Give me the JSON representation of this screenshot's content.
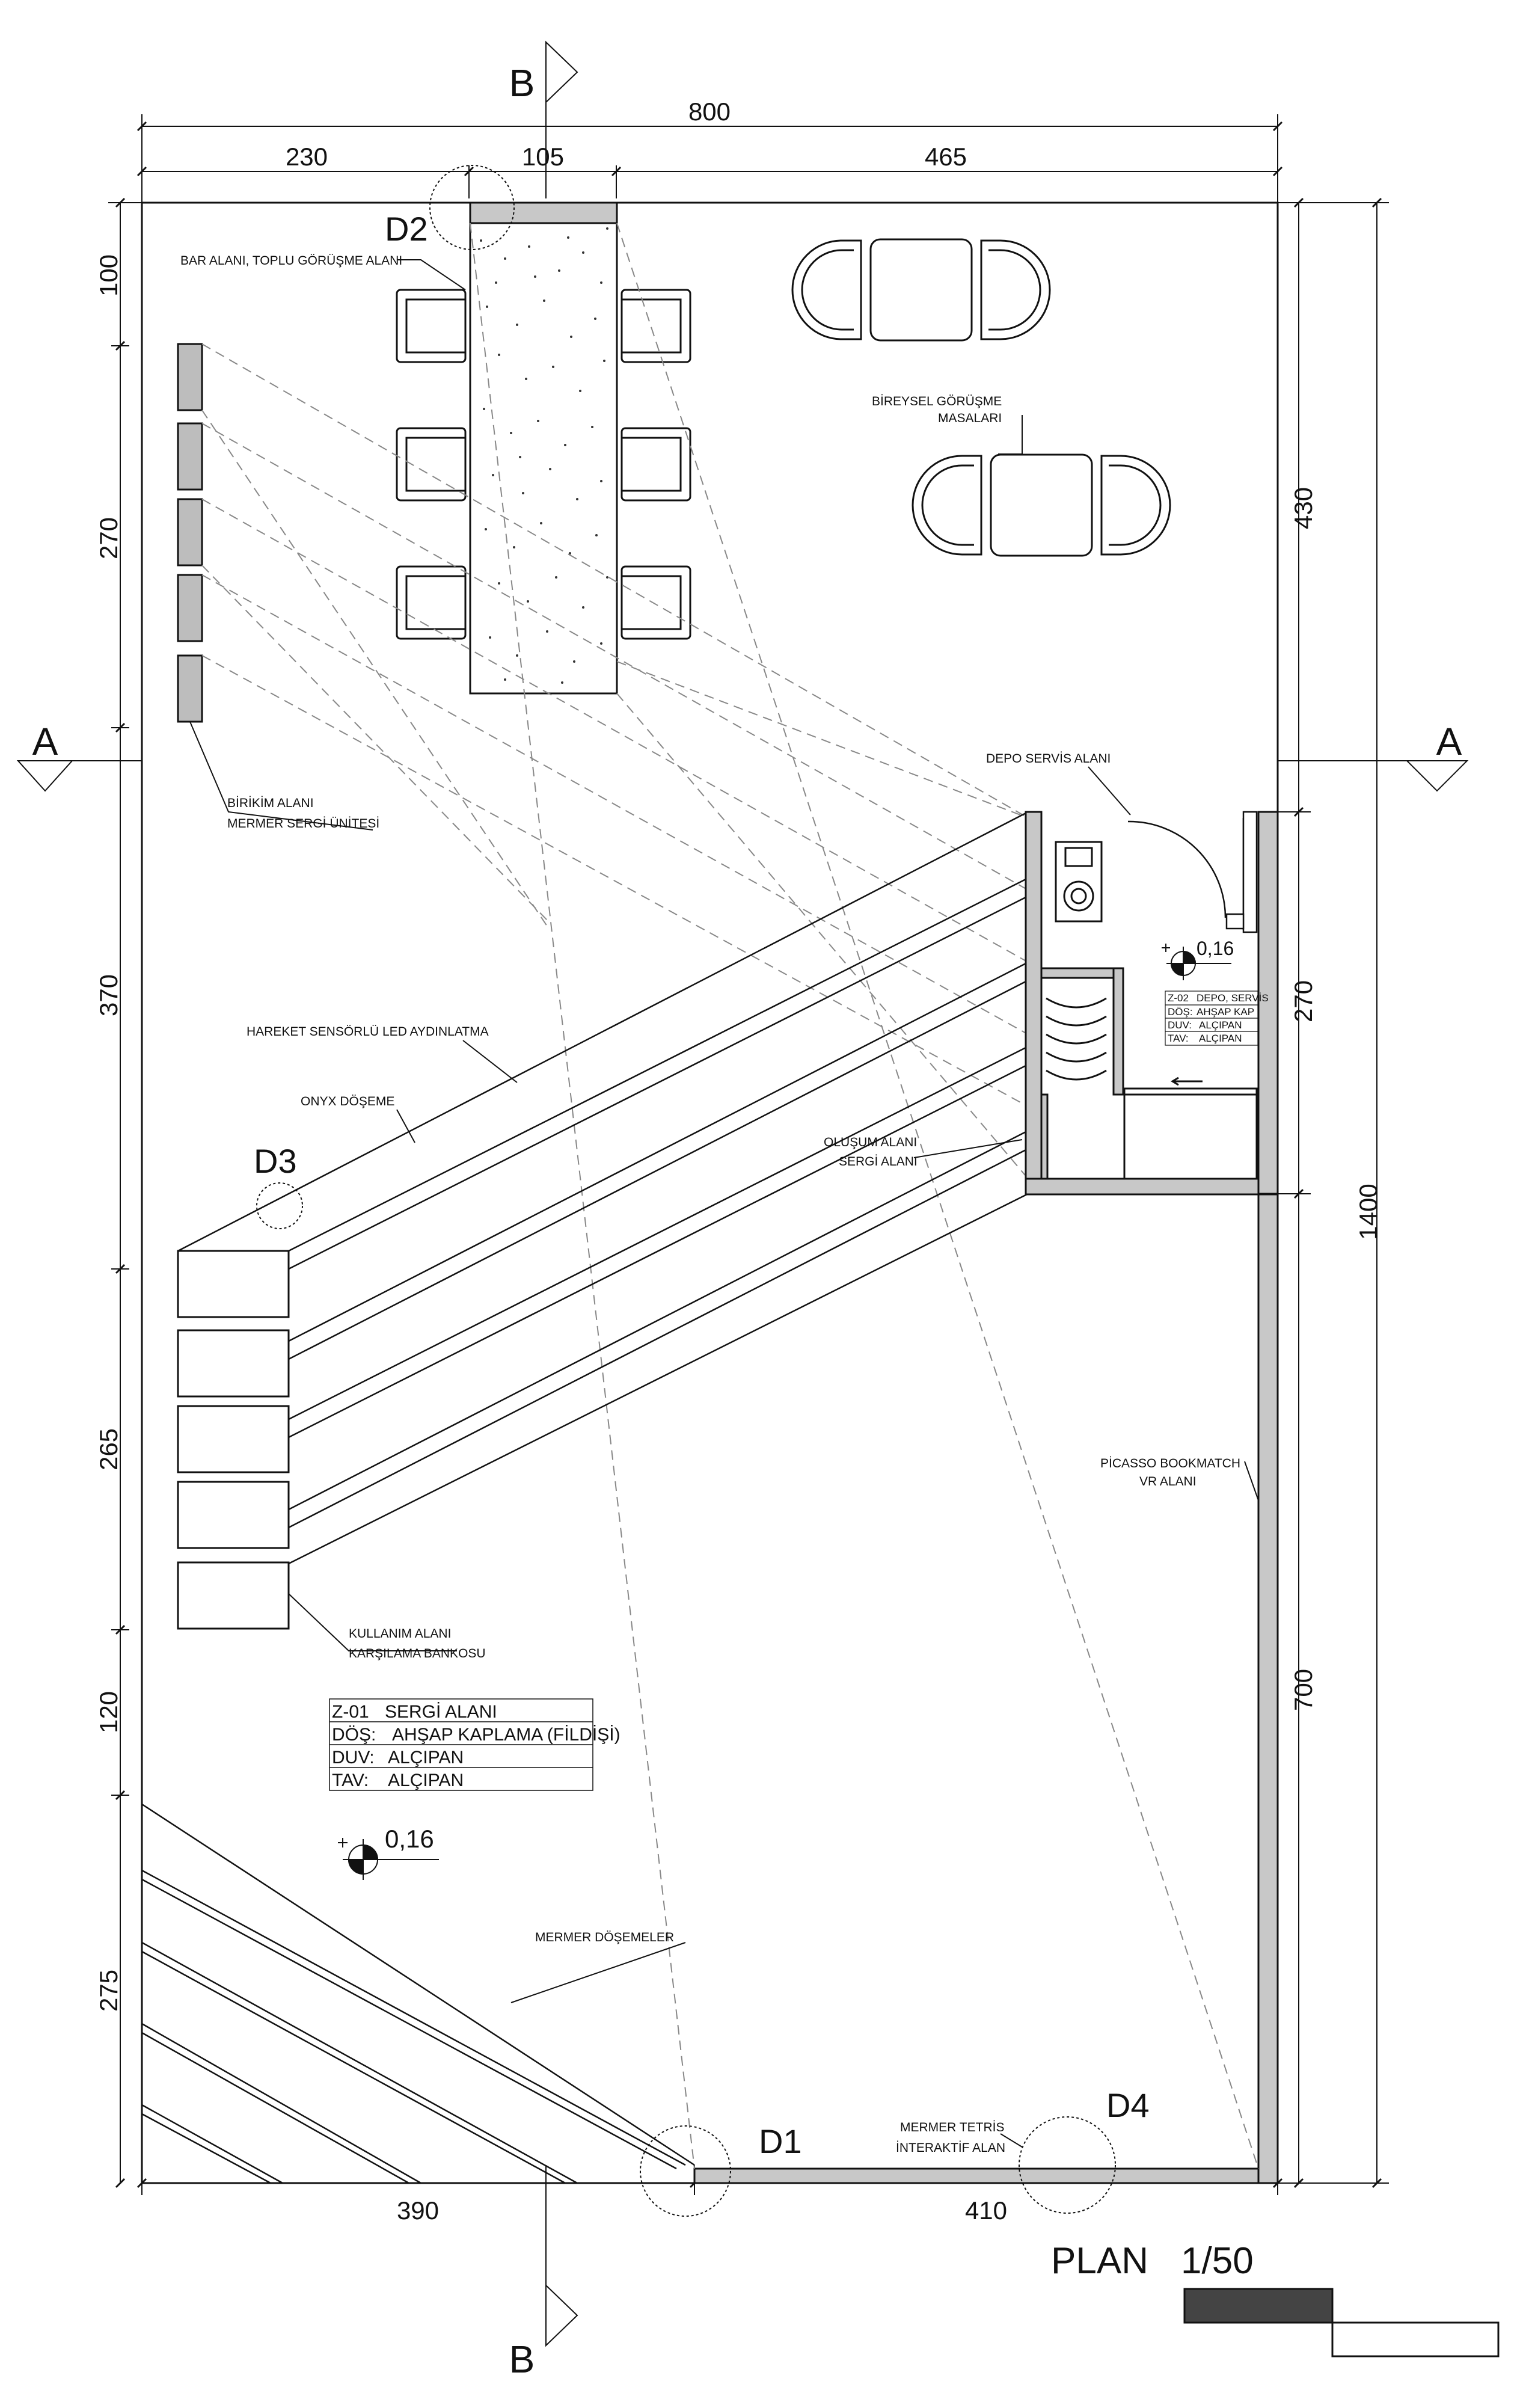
{
  "section_markers": {
    "b_top": "B",
    "b_bottom": "B",
    "a_left": "A",
    "a_right": "A"
  },
  "dimensions": {
    "top_total": "800",
    "top_left": "230",
    "top_mid": "105",
    "top_right": "465",
    "bottom_left": "390",
    "bottom_right": "410",
    "left_1": "100",
    "left_2": "270",
    "left_3": "370",
    "left_4": "265",
    "left_5": "120",
    "left_6": "275",
    "right_1": "430",
    "right_2": "270",
    "right_3": "700",
    "right_total": "1400"
  },
  "detail_tags": {
    "d1": "D1",
    "d2": "D2",
    "d3": "D3",
    "d4": "D4"
  },
  "labels": {
    "bar_alani": "BAR ALANI,  TOPLU GÖRÜŞME ALANI",
    "bireysel_1": "BİREYSEL GÖRÜŞME",
    "bireysel_2": "MASALARI",
    "birikim_1": "BİRİKİM ALANI",
    "birikim_2": "MERMER SERGİ  ÜNİTESİ",
    "depo_servis": "DEPO SERVİS ALANI",
    "hareket": "HAREKET SENSÖRLÜ LED AYDINLATMA",
    "onyx": "ONYX DÖŞEME",
    "olusum_1": "OLUŞUM ALANI",
    "olusum_2": "SERGİ ALANI",
    "picasso_1": "PİCASSO BOOKMATCH",
    "picasso_2": "VR ALANI",
    "kullanim_1": "KULLANIM ALANI",
    "kullanim_2": "KARŞILAMA BANKOSU",
    "mermer_dosemeler": "MERMER DÖŞEMELER",
    "tetris_1": "MERMER TETRİS",
    "tetris_2": "İNTERAKTİF ALAN"
  },
  "room_table_main": [
    {
      "key": "Z-01",
      "value": "SERGİ ALANI"
    },
    {
      "key": "DÖŞ:",
      "value": "AHŞAP KAPLAMA (FİLDİŞİ)"
    },
    {
      "key": "DUV:",
      "value": "ALÇIPAN"
    },
    {
      "key": "TAV:",
      "value": "ALÇIPAN"
    }
  ],
  "room_table_depo": [
    {
      "key": "Z-02",
      "value": "DEPO, SERVİS"
    },
    {
      "key": "DÖŞ:",
      "value": "AHŞAP KAP"
    },
    {
      "key": "DUV:",
      "value": "ALÇIPAN"
    },
    {
      "key": "TAV:",
      "value": "ALÇIPAN"
    }
  ],
  "levels": {
    "main": "0,16",
    "depo": "0,16"
  },
  "title": {
    "name": "PLAN",
    "scale": "1/50"
  },
  "colors": {
    "line": "#111111",
    "wall_fill": "#c8c8c8",
    "unit_fill": "#bdbdbd",
    "dashed": "#888888",
    "scalebar": "#444444"
  }
}
